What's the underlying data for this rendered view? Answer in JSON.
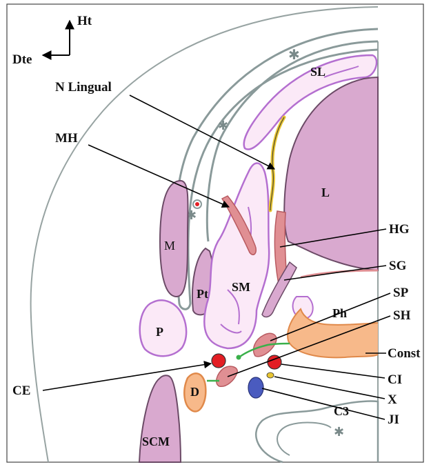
{
  "orientation": {
    "up": "Ht",
    "left": "Dte"
  },
  "structures": {
    "SL": "SL",
    "L": "L",
    "M": "M",
    "Pt": "Pt",
    "SM": "SM",
    "P": "P",
    "Ph": "Ph",
    "D": "D",
    "SCM": "SCM",
    "C3": "C3"
  },
  "callouts": {
    "n_lingual": "N Lingual",
    "mh": "MH",
    "hg": "HG",
    "sg": "SG",
    "sp": "SP",
    "sh": "SH",
    "const": "Const",
    "ce": "CE",
    "ci": "CI",
    "x": "X",
    "jl": "JI"
  },
  "colors": {
    "muscle_fill": "#d9a9cf",
    "muscle_stroke": "#6b4a66",
    "gland_outline": "#b46fd0",
    "red_muscle": "#e08f93",
    "orange": "#f3a56b",
    "outline_gray": "#8a9a9a",
    "artery_red": "#e31e24",
    "vein_blue": "#4a5bbf",
    "nerve_yellow": "#e8c531",
    "nerve_green": "#3ab04a"
  }
}
